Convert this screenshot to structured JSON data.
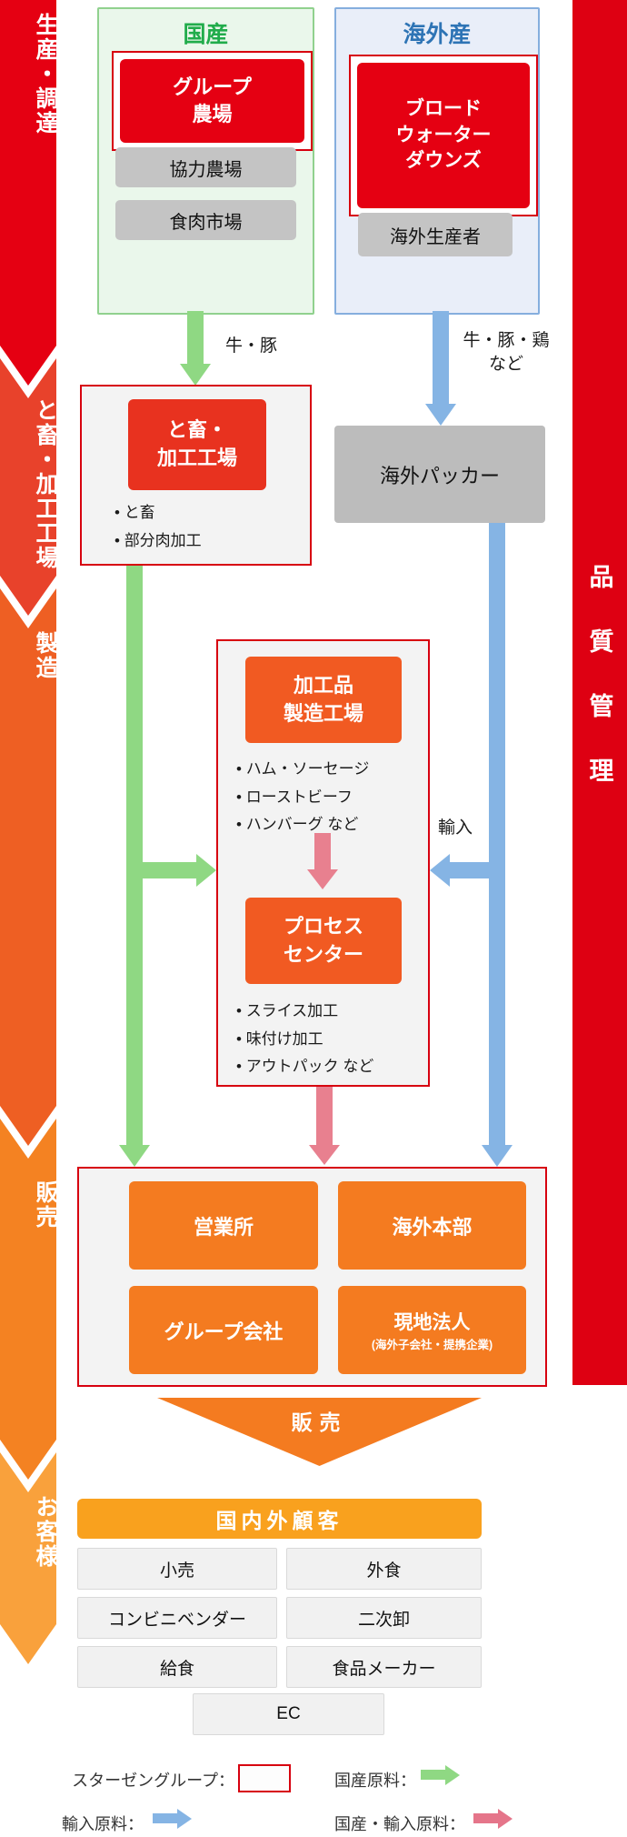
{
  "stages": {
    "production": "生産・調達",
    "slaughter": "と畜・加工工場",
    "manufacturing": "製造",
    "sales": "販売",
    "customer": "お客様"
  },
  "quality_label": "品質管理",
  "domestic": {
    "title": "国産",
    "group_farm": "グループ\n農場",
    "partner_farm": "協力農場",
    "meat_market": "食肉市場"
  },
  "overseas": {
    "title": "海外産",
    "broadwater": "ブロード\nウォーター\nダウンズ",
    "producer": "海外生産者"
  },
  "flow_labels": {
    "cattle_pig": "牛・豚",
    "cattle_pig_chicken": "牛・豚・鶏\nなど",
    "import": "輸入"
  },
  "slaughter_box": {
    "title": "と畜・\n加工工場",
    "bullets": [
      "と畜",
      "部分肉加工"
    ]
  },
  "overseas_packer": "海外パッカー",
  "factory_box": {
    "title": "加工品\n製造工場",
    "bullets": [
      "ハム・ソーセージ",
      "ローストビーフ",
      "ハンバーグ など"
    ]
  },
  "process_center_box": {
    "title": "プロセス\nセンター",
    "bullets": [
      "スライス加工",
      "味付け加工",
      "アウトパック など"
    ]
  },
  "sales_section": {
    "sales_office": "営業所",
    "overseas_hq": "海外本部",
    "group_company": "グループ会社",
    "local_corp": "現地法人",
    "local_corp_note": "(海外子会社・提携企業)",
    "sales_arrow": "販売"
  },
  "customers": {
    "header": "国内外顧客",
    "items": [
      "小売",
      "外食",
      "コンビニベンダー",
      "二次卸",
      "給食",
      "食品メーカー",
      "EC"
    ]
  },
  "legend": {
    "group": "スターゼングループ：",
    "domestic_raw": "国産原料：",
    "import_raw": "輸入原料：",
    "domestic_import_raw": "国産・輸入原料："
  },
  "colors": {
    "stage_red": "#e50012",
    "stage_red2": "#e8422b",
    "stage_orange": "#ee5f23",
    "stage_orange2": "#f48222",
    "stage_orange3": "#f9a13c",
    "border_red": "#d7000f",
    "process_orange": "#f15a22",
    "sales_orange": "#f47b20",
    "header_orange": "#f9a11e",
    "green_arrow": "#8fd883",
    "blue_arrow": "#85b4e4",
    "pink_arrow": "#e8808f",
    "domestic_green": "#21ac4b",
    "overseas_blue": "#2e74b5",
    "gray_box": "#c4c4c4"
  }
}
